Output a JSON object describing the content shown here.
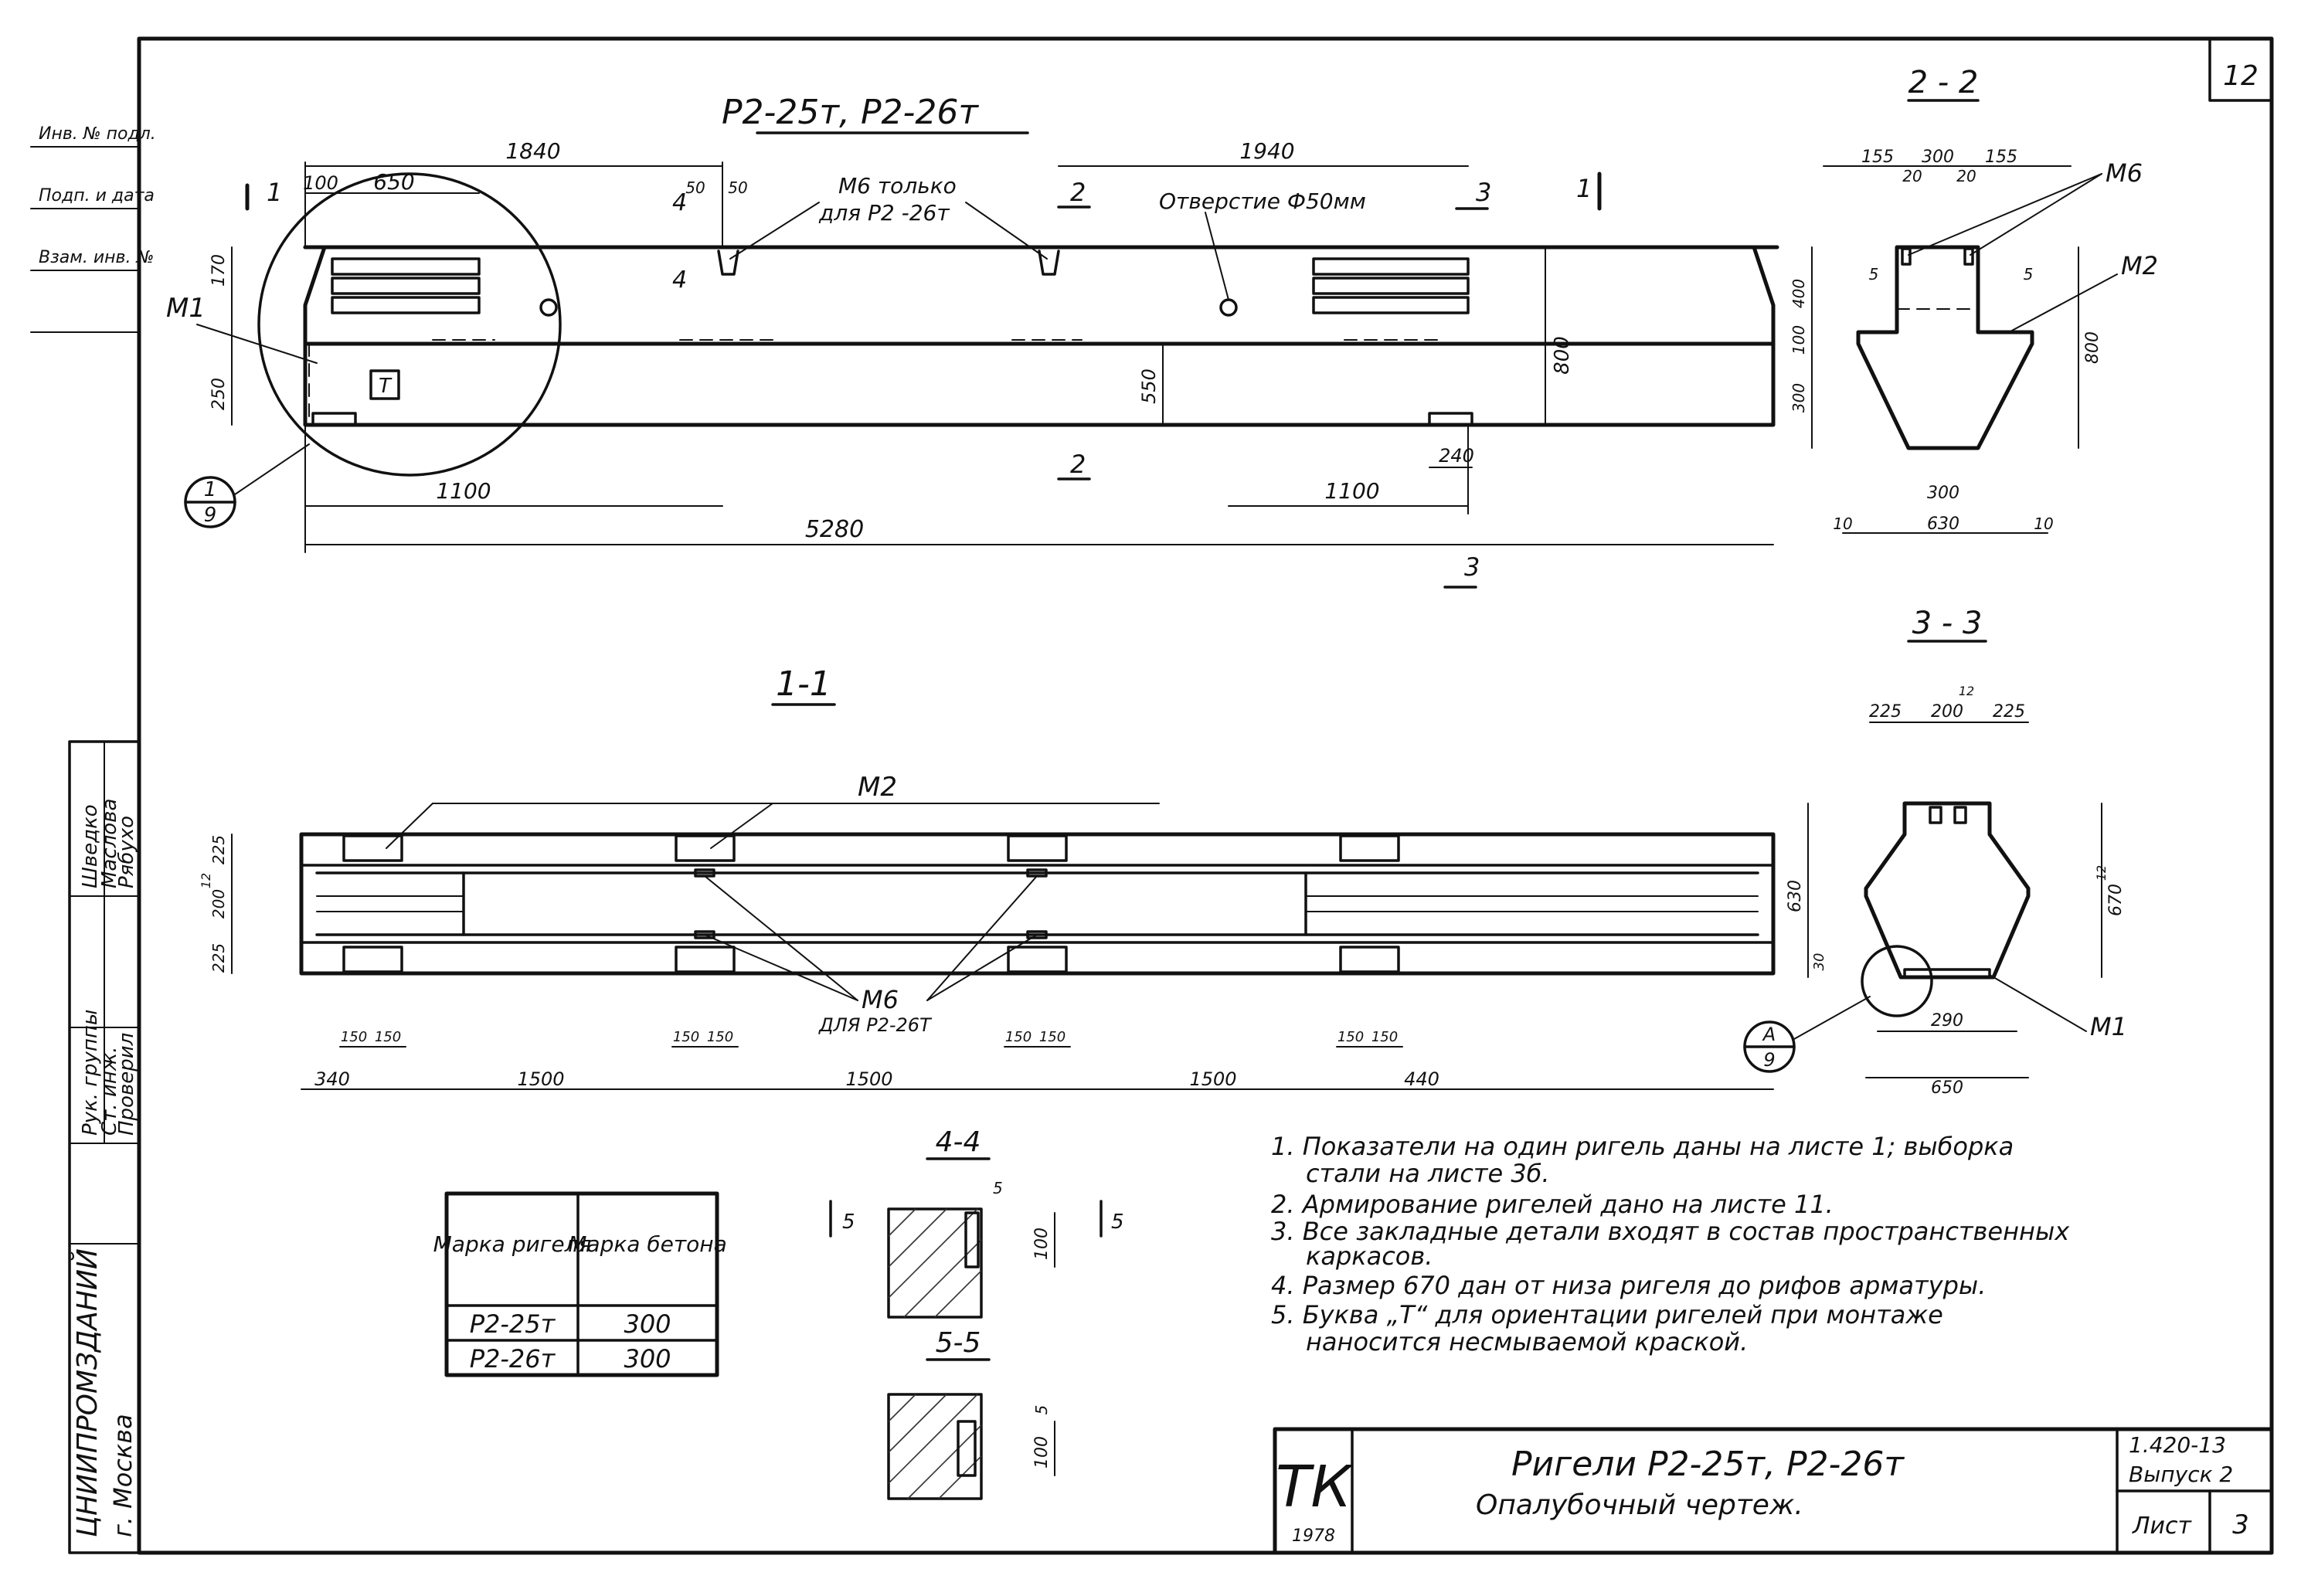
{
  "sheet": {
    "number": "12",
    "title": "Ригели Р2-25т, Р2-26т",
    "subtitle": "Опалубочный чертеж.",
    "series": "1.420-13",
    "issue": "Выпуск 2",
    "sheet_label": "Лист",
    "sheet_no": "3",
    "org_mark": "ТК",
    "year": "1978",
    "org_name": "ЦНИИПРОМЗДАНИЙ",
    "city": "г. Москва"
  },
  "side_stamp": {
    "top_labels": [
      "Инв. № подл.",
      "Подп. и дата",
      "Взам. инв. №"
    ],
    "roles": [
      "Рук. группы",
      "Ст. инж.",
      "Проверил"
    ],
    "names": [
      "Шведко",
      "Маслова",
      "Рябухо"
    ]
  },
  "elevation": {
    "title": "Р2-25т, Р2-26т",
    "cut_left": "1",
    "cut_right": "1",
    "cut_2": "2",
    "cut_3": "3",
    "cut_4": "4",
    "dims": {
      "left_top": "1840",
      "right_top": "1940",
      "d100": "100",
      "d650": "650",
      "d50a": "50",
      "d50b": "50",
      "h170": "170",
      "h250": "250",
      "h550": "550",
      "h800": "800",
      "b1100_left": "1100",
      "b1100_right": "1100",
      "b240": "240",
      "total": "5280"
    },
    "note_m6": "М6 только",
    "note_m6_2": "для Р2 -26т",
    "note_hole": "Отверстие Ф50мм",
    "label_m1": "М1",
    "label_t": "Т",
    "detail_ref_num": "1",
    "detail_ref_den": "9"
  },
  "section_2_2": {
    "title": "2 - 2",
    "label_m6": "М6",
    "label_m2": "М2",
    "dims": {
      "w155a": "155",
      "w300": "300",
      "w155b": "155",
      "w20a": "20",
      "w20b": "20",
      "s5a": "5",
      "s5b": "5",
      "h400": "400",
      "h100": "100",
      "h300": "300",
      "h800": "800",
      "b300": "300",
      "b630": "630",
      "b10a": "10",
      "b10b": "10"
    }
  },
  "section_3_3": {
    "title": "3 - 3",
    "label_m1": "М1",
    "dims": {
      "w225a": "225",
      "w200": "200",
      "w12": "12",
      "w225b": "225",
      "h630": "630",
      "h670": "670",
      "h670sup": "12",
      "h30": "30",
      "b290": "290",
      "b650": "650"
    },
    "detail_ref_num": "А",
    "detail_ref_den": "9"
  },
  "plan_1_1": {
    "title": "1-1",
    "label_m2": "М2",
    "label_m6": "М6",
    "label_m6_note": "ДЛЯ Р2-26Т",
    "dims": {
      "h225a": "225",
      "h200": "200",
      "h12": "12",
      "h225b": "225",
      "p150": "150",
      "b340": "340",
      "b1500a": "1500",
      "b1500b": "1500",
      "b1500c": "1500",
      "b440": "440"
    }
  },
  "section_4_4": {
    "title": "4-4",
    "cut": "5",
    "d5": "5",
    "d100": "100"
  },
  "section_5_5": {
    "title": "5-5",
    "d5": "5",
    "d100": "100"
  },
  "table": {
    "headers": [
      "Марка ригеля",
      "Марка бетона"
    ],
    "rows": [
      [
        "Р2-25т",
        "300"
      ],
      [
        "Р2-26т",
        "300"
      ]
    ]
  },
  "notes": [
    "1. Показатели на один ригель даны на листе 1; выборка",
    "стали на листе 3б.",
    "2. Армирование ригелей дано на листе 11.",
    "3. Все закладные детали входят в состав пространственных",
    "каркасов.",
    "4. Размер 670 дан от низа ригеля до рифов арматуры.",
    "5. Буква „Т“ для ориентации ригелей при монтаже",
    "наносится несмываемой краской."
  ]
}
